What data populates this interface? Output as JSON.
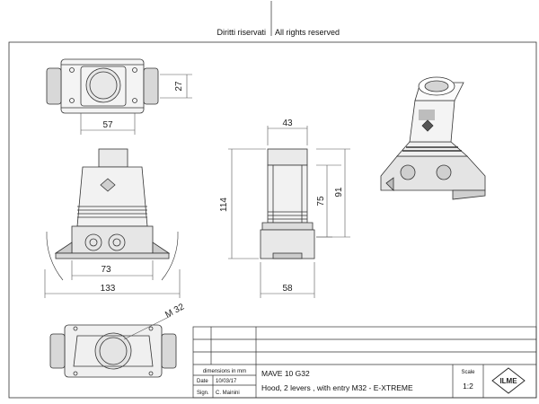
{
  "header": {
    "rights_it": "Diritti riservati",
    "rights_en": "All rights reserved"
  },
  "dimensions": {
    "top_height": "27",
    "top_width": "57",
    "front_inner_width": "73",
    "front_outer_width": "133",
    "side_width": "43",
    "side_total_height": "114",
    "side_body_height": "75",
    "side_hood_height": "91",
    "side_base_width": "58",
    "entry_label": "M 32"
  },
  "title_block": {
    "units_note": "dimensions in mm",
    "date_label": "Date",
    "date_value": "10/03/17",
    "sign_label": "Sign.",
    "sign_value": "C. Mainini",
    "code": "MAVE 10 G32",
    "description": "Hood, 2 levers , with  entry M32 - E-XTREME",
    "scale_label": "Scale",
    "scale_value": "1:2",
    "logo_text": "ILME"
  }
}
